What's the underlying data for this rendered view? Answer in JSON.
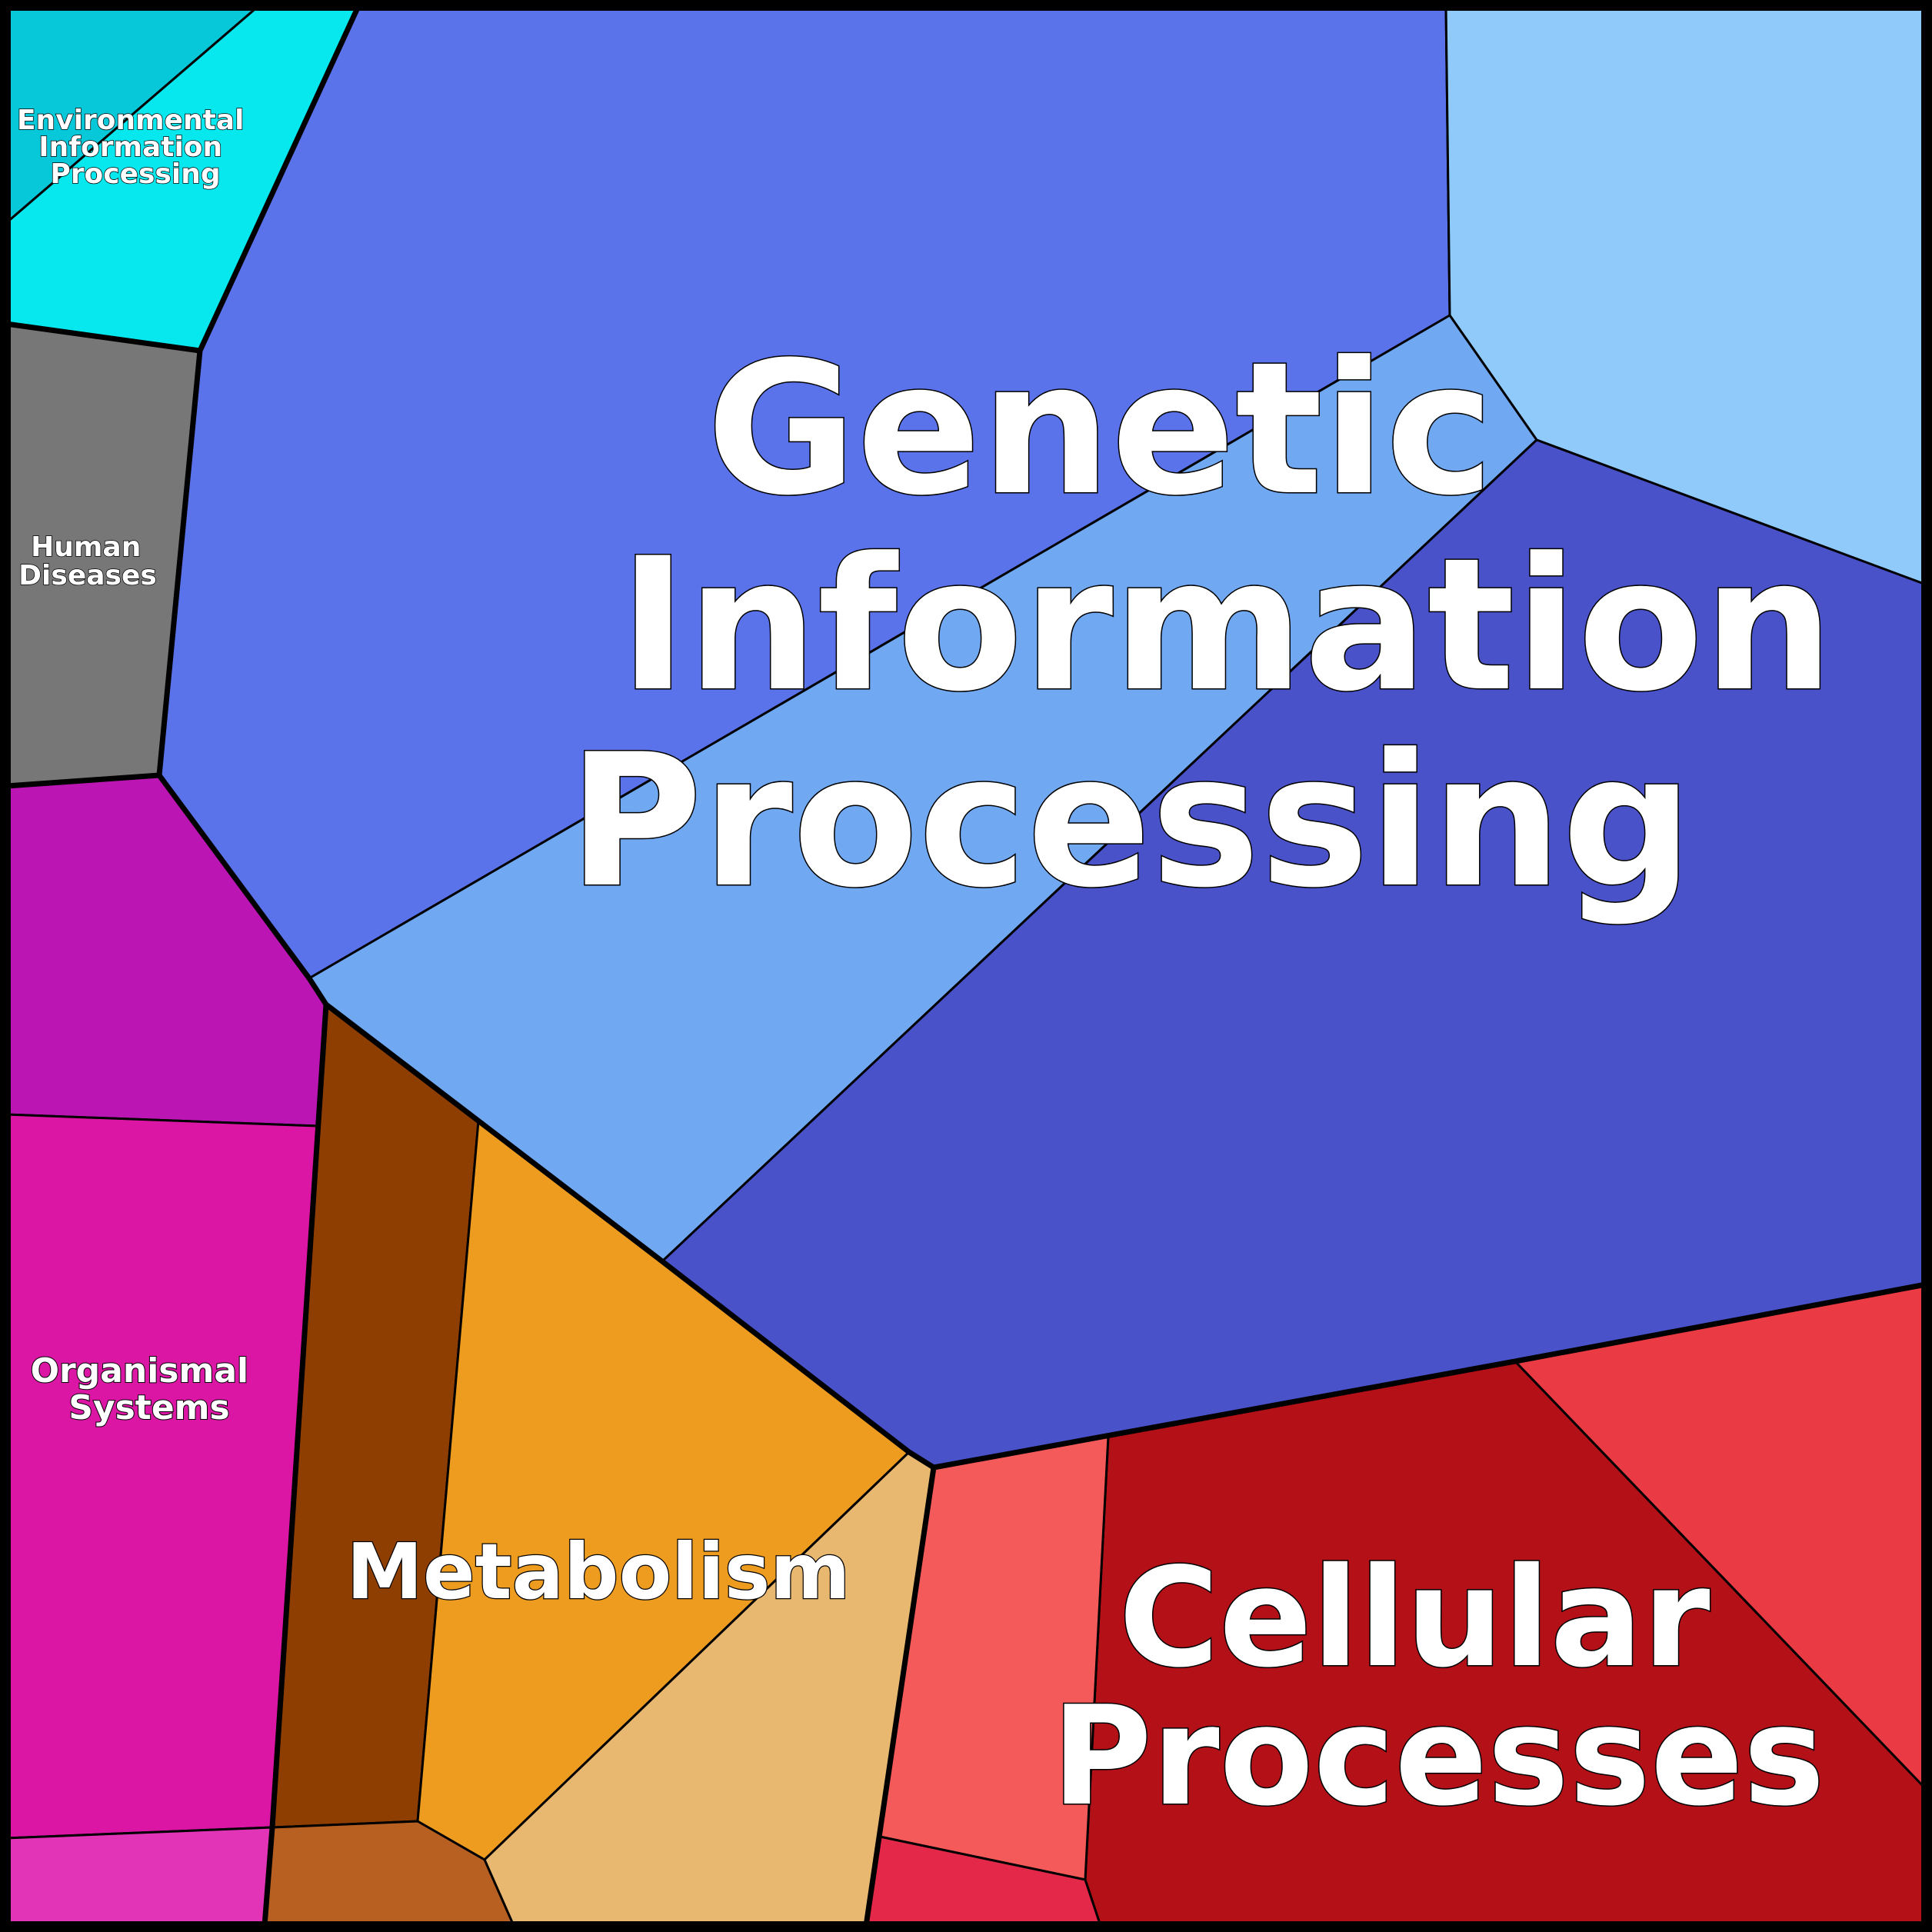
{
  "groups": [
    {
      "label_lines": [
        "Genetic",
        "Information",
        "Processing"
      ],
      "cells": [
        {
          "name": "genetic-cell-a",
          "color": "#5b73ea"
        },
        {
          "name": "genetic-cell-b",
          "color": "#8fcafa"
        },
        {
          "name": "genetic-cell-c",
          "color": "#70a8f2"
        },
        {
          "name": "genetic-cell-d",
          "color": "#4a52ca"
        }
      ]
    },
    {
      "label_lines": [
        "Cellular",
        "Processes"
      ],
      "cells": [
        {
          "name": "cellular-cell-a",
          "color": "#b41018"
        },
        {
          "name": "cellular-cell-b",
          "color": "#ea3a44"
        },
        {
          "name": "cellular-cell-c",
          "color": "#f55a5a"
        },
        {
          "name": "cellular-cell-d",
          "color": "#e3284a"
        }
      ]
    },
    {
      "label_lines": [
        "Metabolism"
      ],
      "cells": [
        {
          "name": "metabolism-cell-a",
          "color": "#8f3e02"
        },
        {
          "name": "metabolism-cell-b",
          "color": "#ed9c20"
        },
        {
          "name": "metabolism-cell-c",
          "color": "#e8b870"
        },
        {
          "name": "metabolism-cell-d",
          "color": "#b86022"
        }
      ]
    },
    {
      "label_lines": [
        "Organismal",
        "Systems"
      ],
      "cells": [
        {
          "name": "organismal-cell-a",
          "color": "#bb16b4"
        },
        {
          "name": "organismal-cell-b",
          "color": "#db16a4"
        },
        {
          "name": "organismal-cell-c",
          "color": "#e234b6"
        }
      ]
    },
    {
      "label_lines": [
        "Human",
        "Diseases"
      ],
      "cells": [
        {
          "name": "human-diseases-cell",
          "color": "#777777"
        }
      ]
    },
    {
      "label_lines": [
        "Environmental",
        "Information",
        "Processing"
      ],
      "cells": [
        {
          "name": "environmental-cell-a",
          "color": "#06c8d8"
        },
        {
          "name": "environmental-cell-b",
          "color": "#06e8ee"
        }
      ]
    }
  ],
  "frame_color": "#000000"
}
